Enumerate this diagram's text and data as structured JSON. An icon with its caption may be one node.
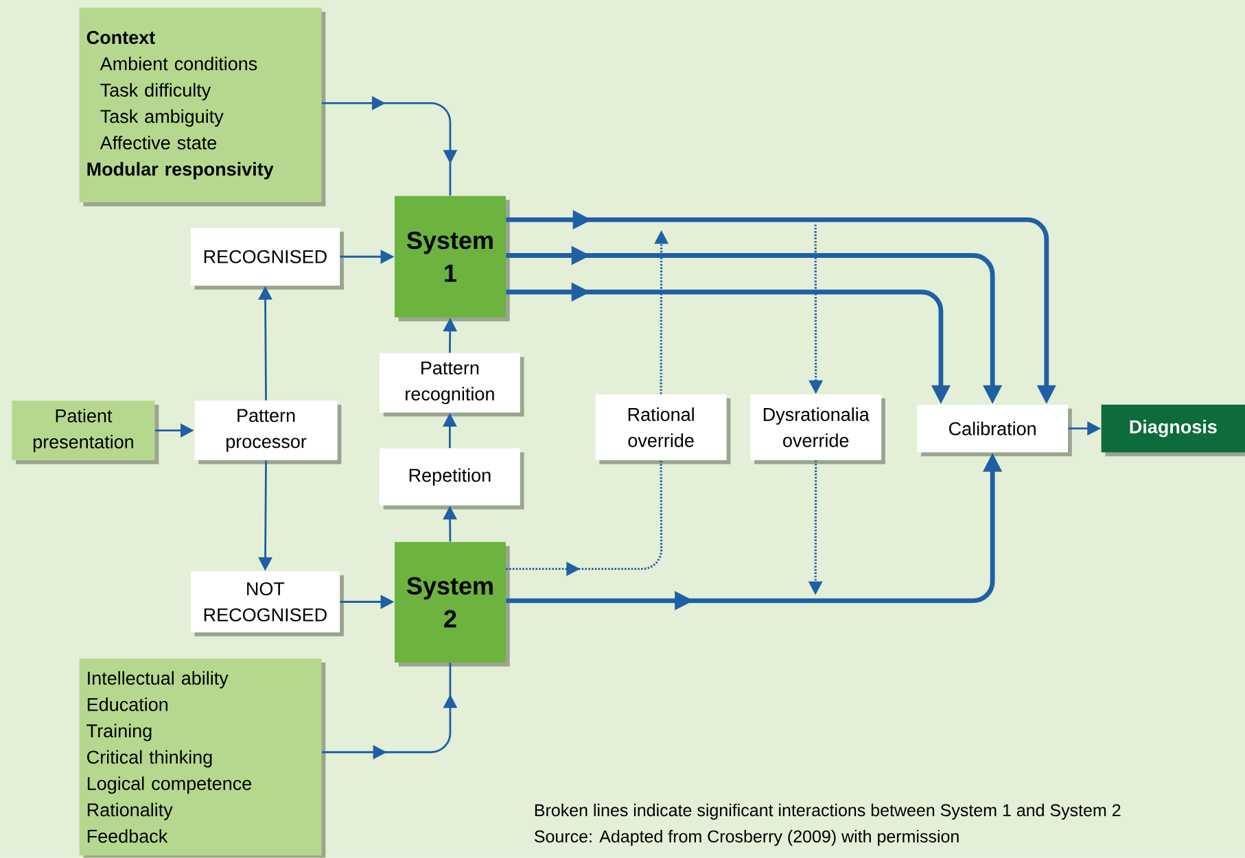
{
  "diagram": {
    "nodes": [
      {
        "text": [
          "Context",
          "Ambient conditions",
          "Task difficulty",
          "Task ambiguity",
          "Affective state",
          "Modular responsivity"
        ]
      },
      {
        "text": [
          "System 1"
        ]
      },
      {
        "text": [
          "RECOGNISED"
        ]
      },
      {
        "text": [
          "Pattern recognition"
        ]
      },
      {
        "text": [
          "Patient presentation"
        ]
      },
      {
        "text": [
          "Pattern processor"
        ]
      },
      {
        "text": [
          "Rational override"
        ]
      },
      {
        "text": [
          "Dysrationalia override"
        ]
      },
      {
        "text": [
          "Calibration"
        ]
      },
      {
        "text": [
          "Diagnosis"
        ]
      },
      {
        "text": [
          "Repetition"
        ]
      },
      {
        "text": [
          "NOT RECOGNISED"
        ]
      },
      {
        "text": [
          "System 2"
        ]
      },
      {
        "text": [
          "Intellectual ability",
          "Education",
          "Training",
          "Critical thinking",
          "Logical competence",
          "Rationality",
          "Feedback"
        ]
      }
    ],
    "edges": [
      {
        "from": 0,
        "to": 1,
        "arrow": "to"
      },
      {
        "from": 2,
        "to": 1,
        "arrow": "to"
      },
      {
        "from": 1,
        "to": 8,
        "arrow": "to",
        "style": "thick"
      },
      {
        "from": 1,
        "to": 8,
        "arrow": "to",
        "style": "thick"
      },
      {
        "from": 1,
        "to": 8,
        "arrow": "to",
        "style": "thick"
      },
      {
        "from": 5,
        "to": 2,
        "arrow": "to"
      },
      {
        "from": 3,
        "to": 1,
        "arrow": "to"
      },
      {
        "from": 6,
        "to": null,
        "arrow": "to",
        "style": "dashed"
      },
      {
        "from": null,
        "to": 7,
        "arrow": "to",
        "style": "dashed"
      },
      {
        "from": 4,
        "to": 5,
        "arrow": "to"
      },
      {
        "from": 8,
        "to": 9,
        "arrow": "to"
      },
      {
        "from": 10,
        "to": 3,
        "arrow": "to"
      },
      {
        "from": 7,
        "to": null,
        "arrow": "to",
        "style": "dashed"
      },
      {
        "from": 5,
        "to": 11,
        "arrow": "to"
      },
      {
        "from": 12,
        "to": 10,
        "arrow": "to"
      },
      {
        "from": 12,
        "to": 6,
        "arrow": "to",
        "style": "dashed"
      },
      {
        "from": 11,
        "to": 12,
        "arrow": "to"
      },
      {
        "from": 12,
        "to": 8,
        "arrow": "to",
        "style": "thick"
      },
      {
        "from": 13,
        "to": 12,
        "arrow": "to"
      }
    ],
    "labels": [
      "Broken lines indicate significant interactions between System 1 and System 2",
      "Source: Adapted from Crosberry (2009) with permission"
    ]
  }
}
